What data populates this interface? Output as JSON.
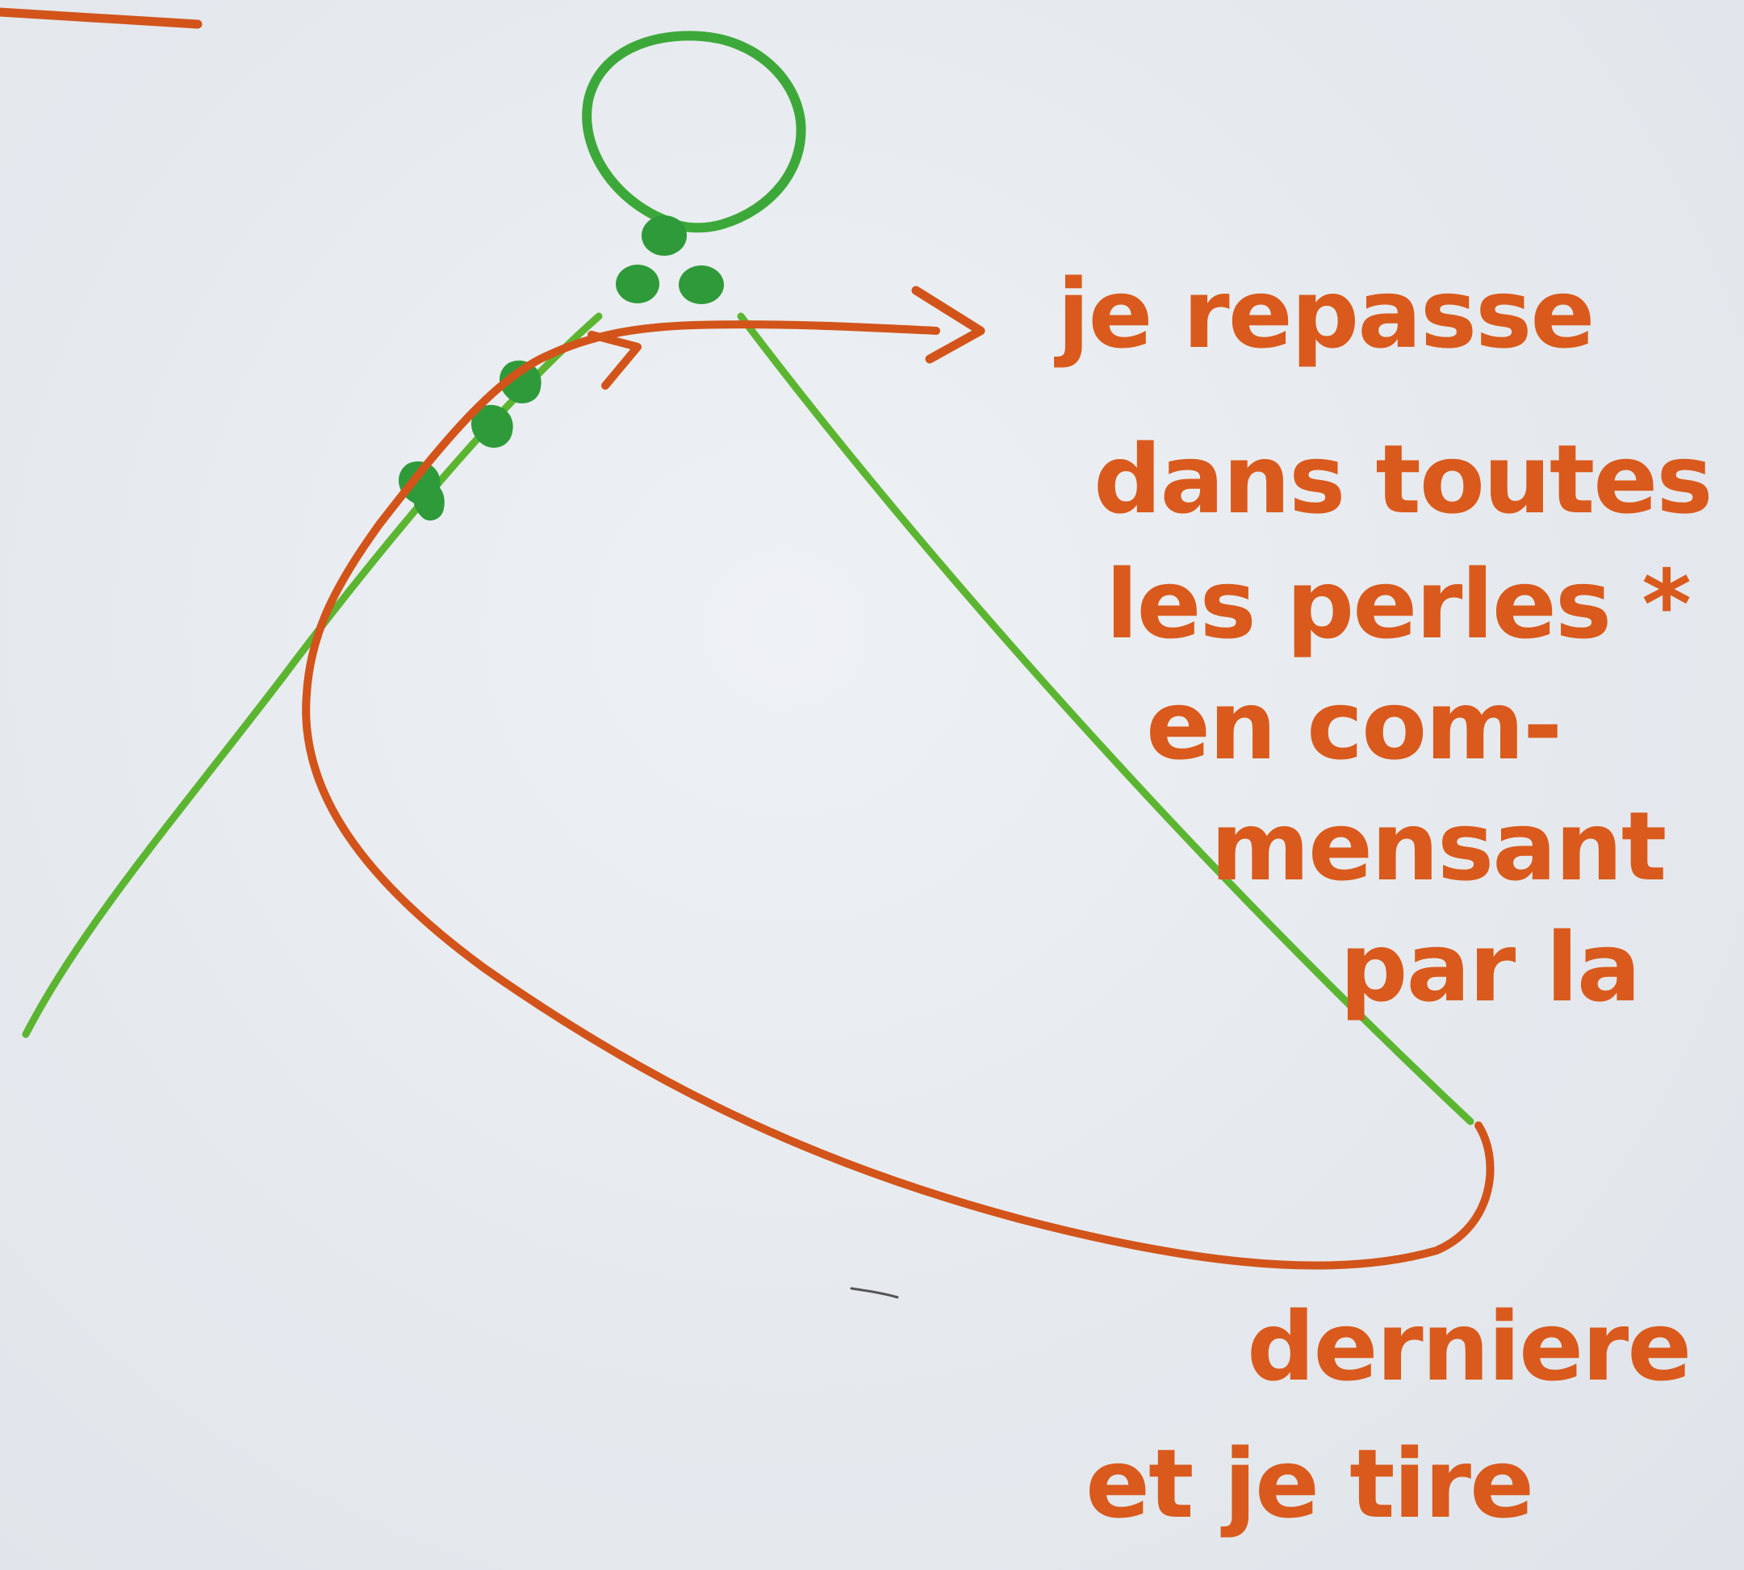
{
  "diagram": {
    "colors": {
      "thread_green": "#4fae2c",
      "bead_green": "#2f9a3a",
      "thread_orange": "#d2541a",
      "paper": "#e6ebef"
    },
    "icons": [
      "loop-icon",
      "bead-icon",
      "arrow-icon"
    ],
    "note_lines": [
      "je repasse",
      "dans toutes",
      "les perles *",
      "en com-",
      "mensant",
      "par la",
      "derniere",
      "et je tire"
    ]
  }
}
